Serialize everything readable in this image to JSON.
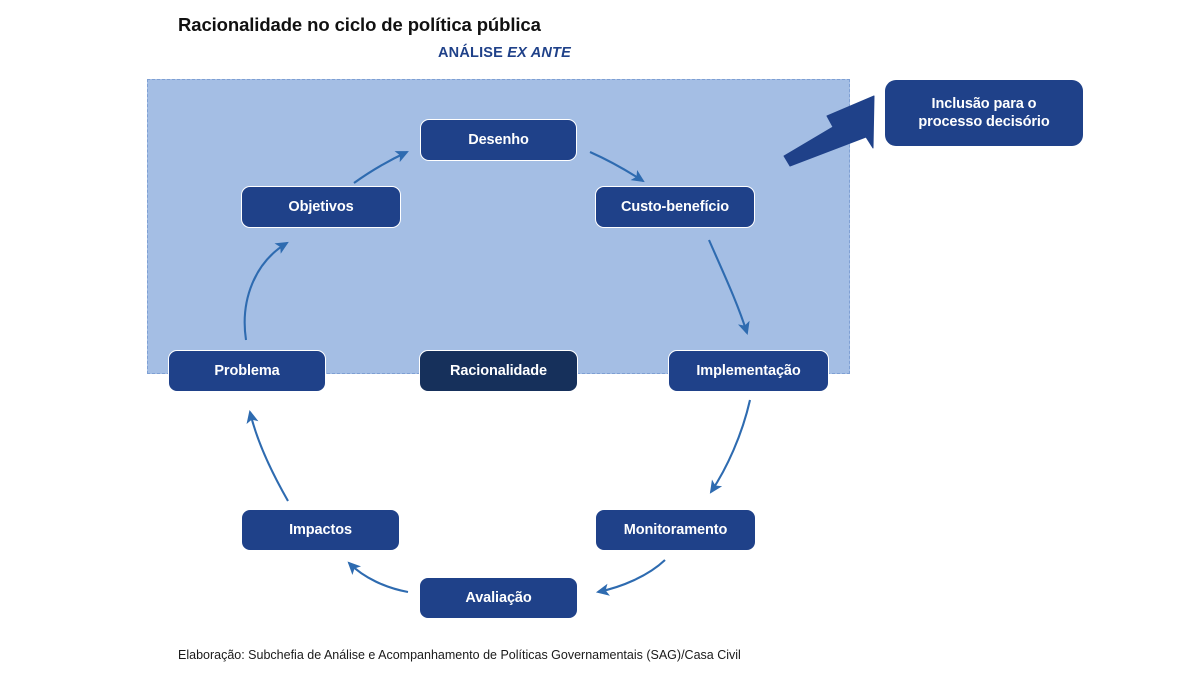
{
  "header": {
    "title": "Racionalidade no ciclo de política pública",
    "subtitle_prefix": "ANÁLISE ",
    "subtitle_emphasis": "EX ANTE"
  },
  "colors": {
    "box_fill": "#1F4189",
    "center_box_fill": "#16305B",
    "panel_fill": "#A4BEE4",
    "panel_border": "#7FA0D4",
    "thin_arrow": "#2E6BB0",
    "thick_arrow": "#1F4189",
    "title_text": "#111111",
    "subtitle_text": "#1F4189",
    "box_text": "#FFFFFF"
  },
  "diagram": {
    "panel_label": "ex-ante-analysis-region",
    "nodes": [
      {
        "id": "desenho",
        "label": "Desenho"
      },
      {
        "id": "objetivos",
        "label": "Objetivos"
      },
      {
        "id": "custo",
        "label": "Custo-benefício"
      },
      {
        "id": "problema",
        "label": "Problema"
      },
      {
        "id": "racionalidade",
        "label": "Racionalidade"
      },
      {
        "id": "implementacao",
        "label": "Implementação"
      },
      {
        "id": "monitoramento",
        "label": "Monitoramento"
      },
      {
        "id": "avaliacao",
        "label": "Avaliação"
      },
      {
        "id": "impactos",
        "label": "Impactos"
      },
      {
        "id": "inclusao",
        "label": "Inclusão para o processo decisório"
      }
    ],
    "inclusao_line1": "Inclusão para o",
    "inclusao_line2": "processo decisório",
    "edges": [
      {
        "from": "problema",
        "to": "objetivos"
      },
      {
        "from": "objetivos",
        "to": "desenho"
      },
      {
        "from": "desenho",
        "to": "custo"
      },
      {
        "from": "custo",
        "to": "implementacao"
      },
      {
        "from": "implementacao",
        "to": "monitoramento"
      },
      {
        "from": "monitoramento",
        "to": "avaliacao"
      },
      {
        "from": "avaliacao",
        "to": "impactos"
      },
      {
        "from": "impactos",
        "to": "problema"
      },
      {
        "from": "ex-ante-panel",
        "to": "inclusao",
        "style": "thick"
      }
    ]
  },
  "footer": {
    "caption": "Elaboração: Subchefia de Análise e Acompanhamento de Políticas Governamentais (SAG)/Casa Civil"
  }
}
